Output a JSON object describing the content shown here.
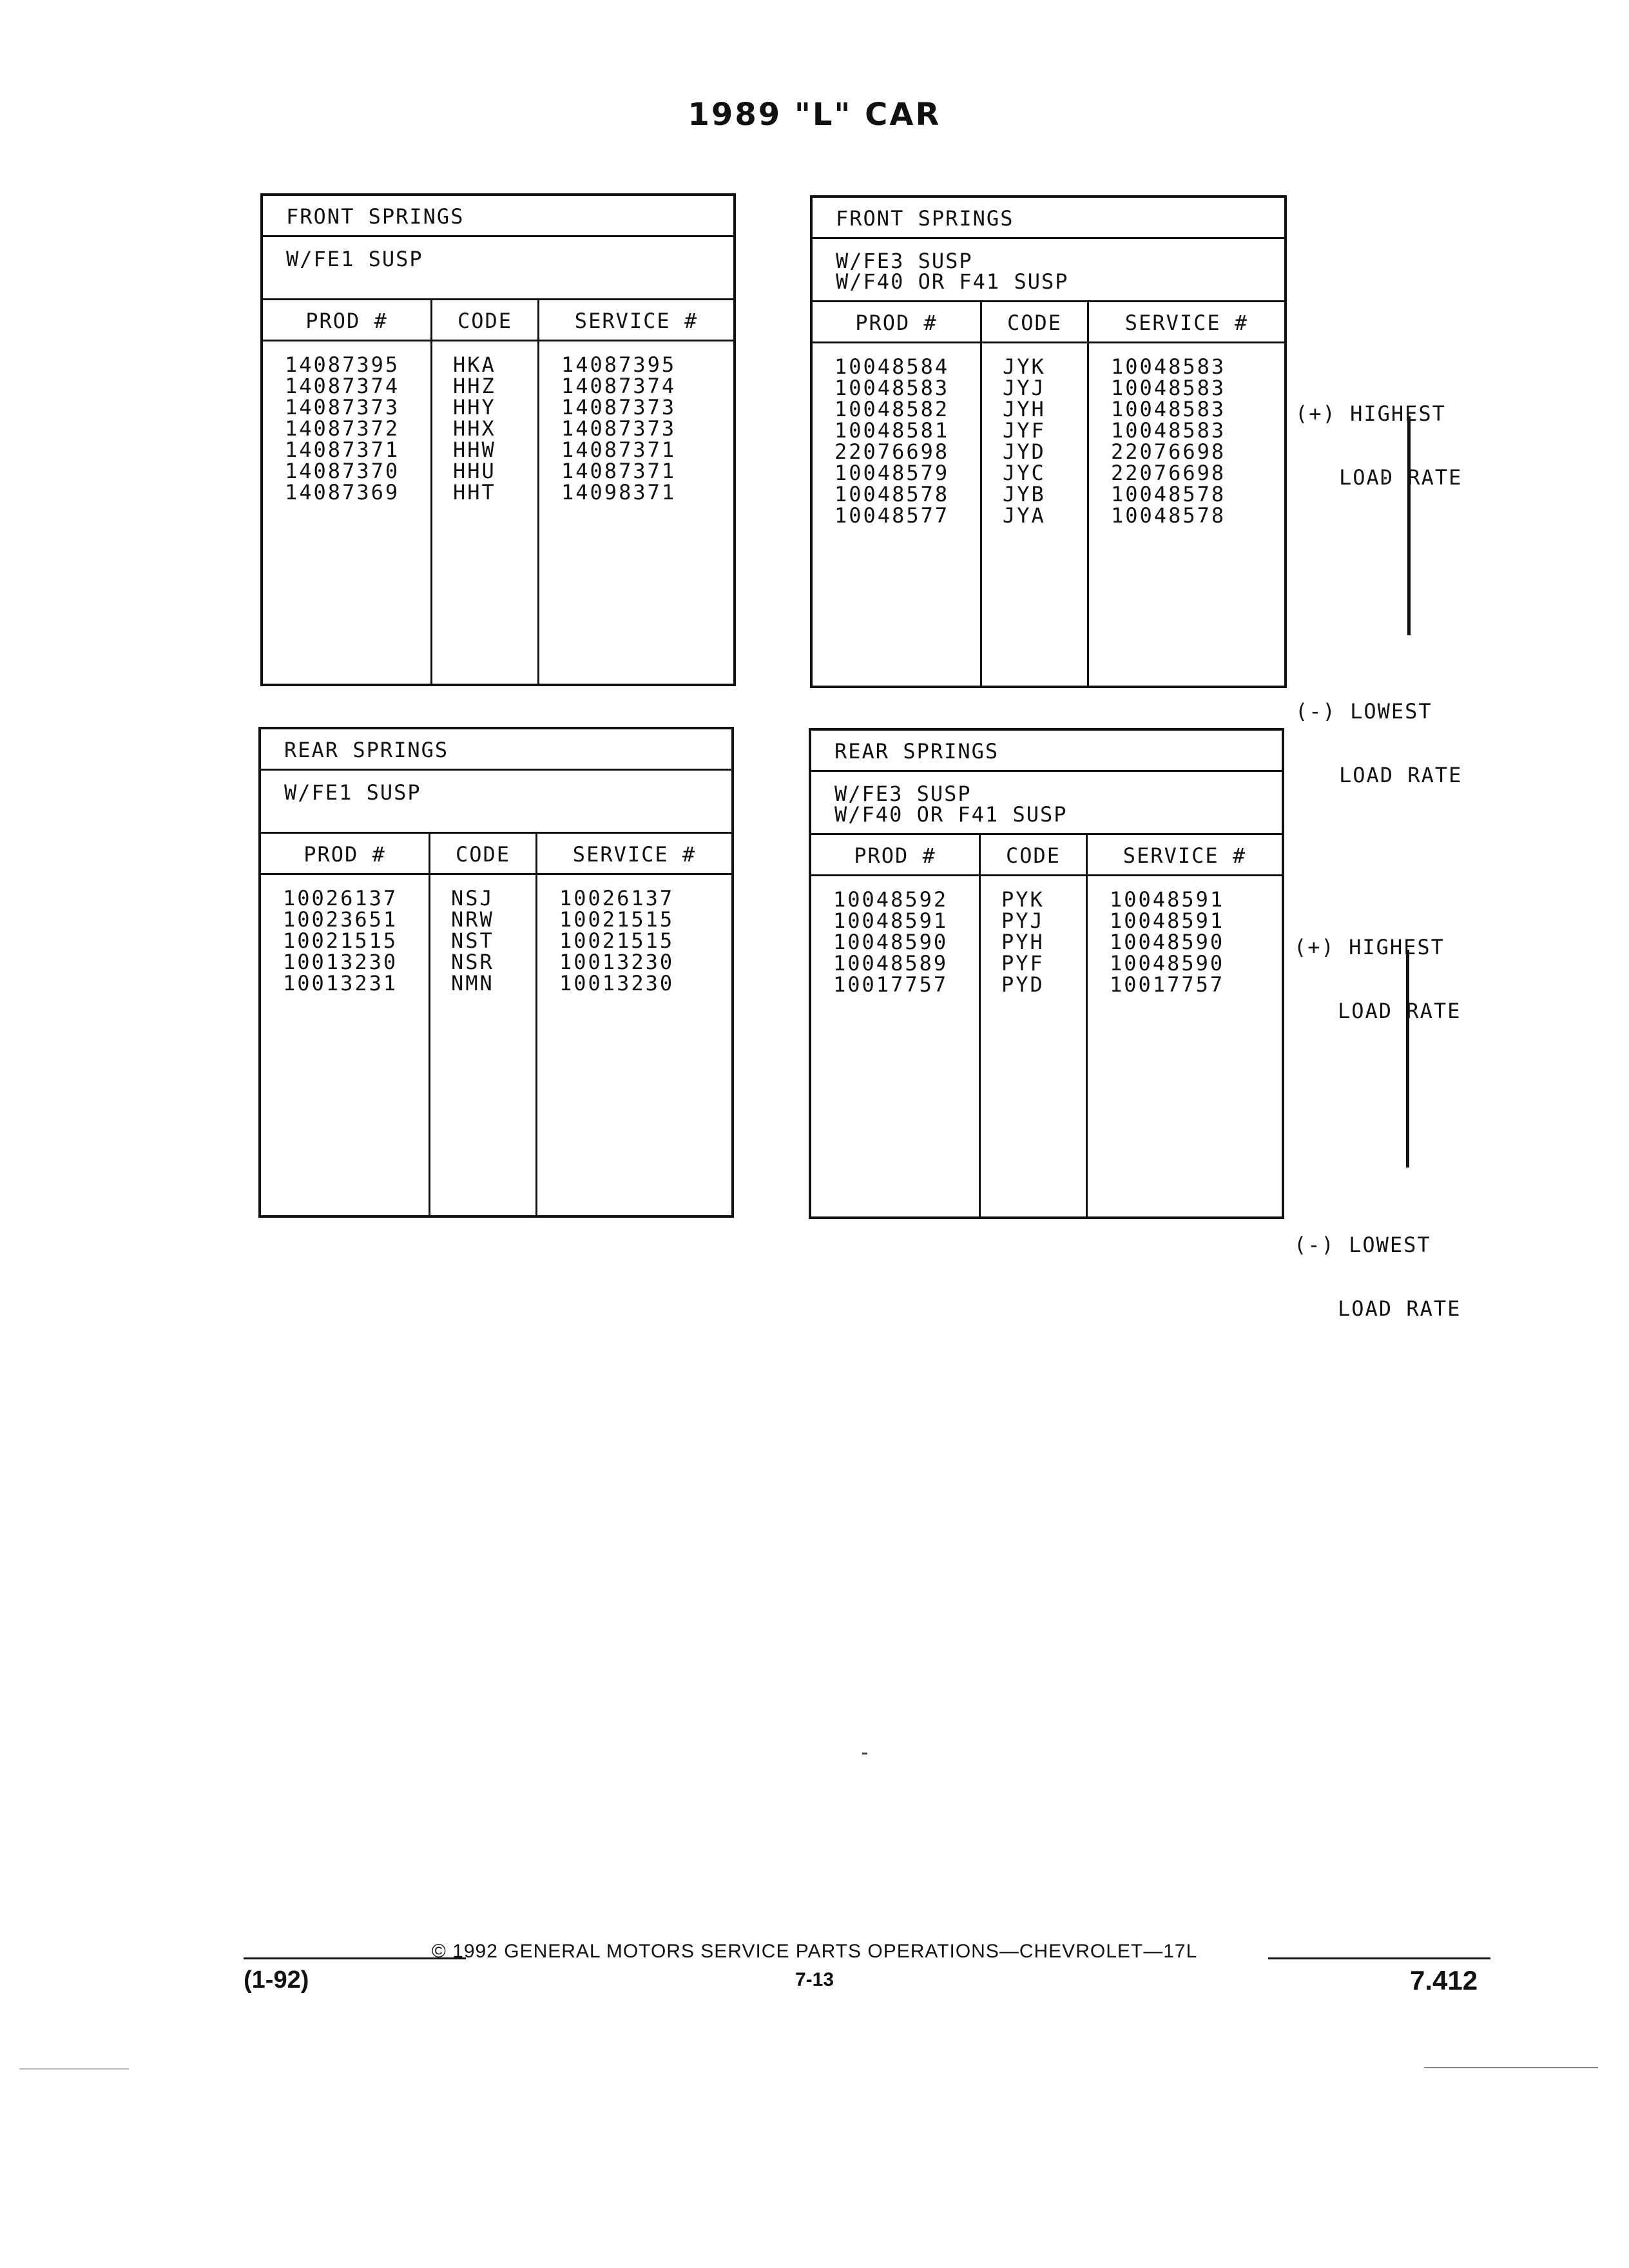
{
  "title": "1989 \"L\" CAR",
  "panels": [
    {
      "title": "FRONT SPRINGS",
      "sub1": "W/FE1 SUSP",
      "sub2": "",
      "headers": [
        "PROD #",
        "CODE",
        "SERVICE #"
      ],
      "prod": [
        "14087395",
        "14087374",
        "14087373",
        "14087372",
        "14087371",
        "14087370",
        "14087369"
      ],
      "code": [
        "HKA",
        "HHZ",
        "HHY",
        "HHX",
        "HHW",
        "HHU",
        "HHT"
      ],
      "service": [
        "14087395",
        "14087374",
        "14087373",
        "14087373",
        "14087371",
        "14087371",
        "14098371"
      ]
    },
    {
      "title": "FRONT SPRINGS",
      "sub1": "W/FE3 SUSP",
      "sub2": "W/F40 OR F41 SUSP",
      "headers": [
        "PROD #",
        "CODE",
        "SERVICE #"
      ],
      "prod": [
        "10048584",
        "10048583",
        "10048582",
        "10048581",
        "22076698",
        "10048579",
        "10048578",
        "10048577"
      ],
      "code": [
        "JYK",
        "JYJ",
        "JYH",
        "JYF",
        "JYD",
        "JYC",
        "JYB",
        "JYA"
      ],
      "service": [
        "10048583",
        "10048583",
        "10048583",
        "10048583",
        "22076698",
        "22076698",
        "10048578",
        "10048578"
      ]
    },
    {
      "title": "REAR SPRINGS",
      "sub1": "W/FE1 SUSP",
      "sub2": "",
      "headers": [
        "PROD #",
        "CODE",
        "SERVICE #"
      ],
      "prod": [
        "10026137",
        "10023651",
        "10021515",
        "10013230",
        "10013231"
      ],
      "code": [
        "NSJ",
        "NRW",
        "NST",
        "NSR",
        "NMN"
      ],
      "service": [
        "10026137",
        "10021515",
        "10021515",
        "10013230",
        "10013230"
      ]
    },
    {
      "title": "REAR SPRINGS",
      "sub1": "W/FE3 SUSP",
      "sub2": "W/F40 OR F41 SUSP",
      "headers": [
        "PROD #",
        "CODE",
        "SERVICE #"
      ],
      "prod": [
        "10048592",
        "10048591",
        "10048590",
        "10048589",
        "10017757"
      ],
      "code": [
        "PYK",
        "PYJ",
        "PYH",
        "PYF",
        "PYD"
      ],
      "service": [
        "10048591",
        "10048591",
        "10048590",
        "10048590",
        "10017757"
      ]
    }
  ],
  "scale": {
    "high_1": "(+) HIGHEST",
    "high_2": "LOAD RATE",
    "low_1": "(-) LOWEST",
    "low_2": "LOAD RATE"
  },
  "footer": {
    "copyright": "© 1992 GENERAL MOTORS SERVICE PARTS OPERATIONS—CHEVROLET—17L",
    "date_code": "(1-92)",
    "page": "7-13",
    "section": "7.412"
  }
}
